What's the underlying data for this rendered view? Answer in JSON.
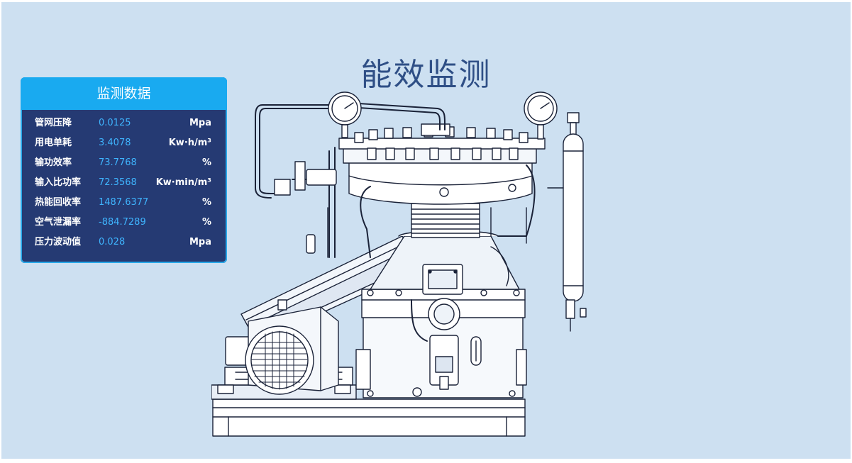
{
  "page": {
    "title": "能效监测"
  },
  "panel": {
    "title": "监测数据",
    "rows": [
      {
        "label": "管网压降",
        "value": "0.0125",
        "unit": "Mpa"
      },
      {
        "label": "用电单耗",
        "value": "3.4078",
        "unit": "Kw·h/m³"
      },
      {
        "label": "输功效率",
        "value": "73.7768",
        "unit": "%"
      },
      {
        "label": "输入比功率",
        "value": "72.3568",
        "unit": "Kw·min/m³"
      },
      {
        "label": "热能回收率",
        "value": "1487.6377",
        "unit": "%"
      },
      {
        "label": "空气泄漏率",
        "value": "-884.7289",
        "unit": "%"
      },
      {
        "label": "压力波动值",
        "value": "0.028",
        "unit": "Mpa"
      }
    ]
  },
  "colors": {
    "background": "#cde0f1",
    "title": "#2f4f86",
    "panel_body": "#253a73",
    "panel_header": "#19aaf0",
    "value_text": "#3fb5ff"
  },
  "illustration": {
    "icon": "compressor-machine-illustration"
  }
}
